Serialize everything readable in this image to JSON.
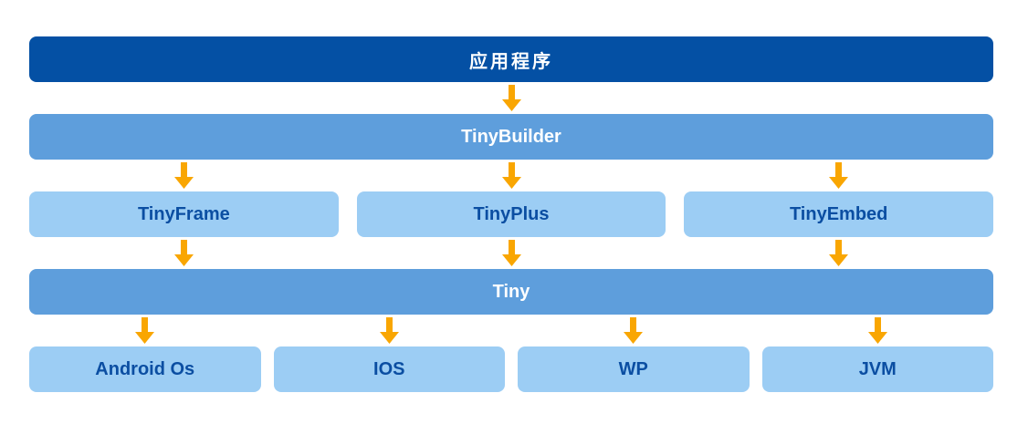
{
  "diagram": {
    "rows": [
      {
        "type": "bar",
        "variant": "dark",
        "label": "应用程序"
      },
      {
        "type": "bar",
        "variant": "medium",
        "label": "TinyBuilder"
      },
      {
        "type": "boxes",
        "variant": "light",
        "items": [
          "TinyFrame",
          "TinyPlus",
          "TinyEmbed"
        ]
      },
      {
        "type": "bar",
        "variant": "medium",
        "label": "Tiny"
      },
      {
        "type": "boxes",
        "variant": "light",
        "items": [
          "Android Os",
          "IOS",
          "WP",
          "JVM"
        ]
      }
    ],
    "icons": {
      "down_arrow": "↓"
    },
    "colors": {
      "dark_blue": "#0450A4",
      "medium_blue": "#5E9EDC",
      "light_blue": "#9CCDF4",
      "arrow_orange": "#F9A602",
      "label_on_light_box": "#0B4EA2",
      "label_on_bar": "#FFFFFF",
      "background": "#FFFFFF"
    }
  }
}
